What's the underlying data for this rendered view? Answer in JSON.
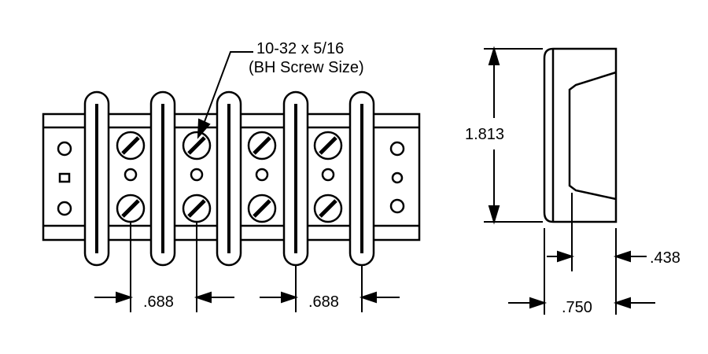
{
  "callout": {
    "line1": "10-32 x 5/16",
    "line2": "(BH Screw Size)"
  },
  "dimensions": {
    "pitch_left": ".688",
    "pitch_right": ".688",
    "height": "1.813",
    "side_depth": ".438",
    "side_width": ".750"
  },
  "colors": {
    "ink": "#000000",
    "paper": "#ffffff"
  }
}
